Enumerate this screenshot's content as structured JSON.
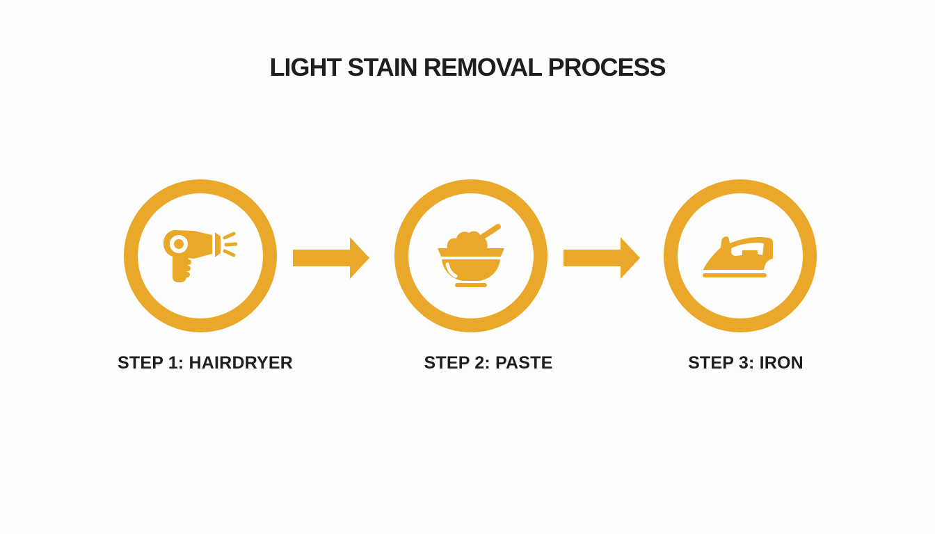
{
  "theme": {
    "accent": "#EAA82A",
    "text": "#1E1E1E",
    "background": "#FDFDFD"
  },
  "title": "LIGHT STAIN REMOVAL PROCESS",
  "diagram": {
    "type": "process-flow",
    "direction": "left-to-right",
    "connector": "arrow"
  },
  "steps": [
    {
      "label": "STEP 1: HAIRDRYER",
      "icon": "hairdryer-icon"
    },
    {
      "label": "STEP 2: PASTE",
      "icon": "paste-bowl-icon"
    },
    {
      "label": "STEP 3: IRON",
      "icon": "iron-icon"
    }
  ]
}
